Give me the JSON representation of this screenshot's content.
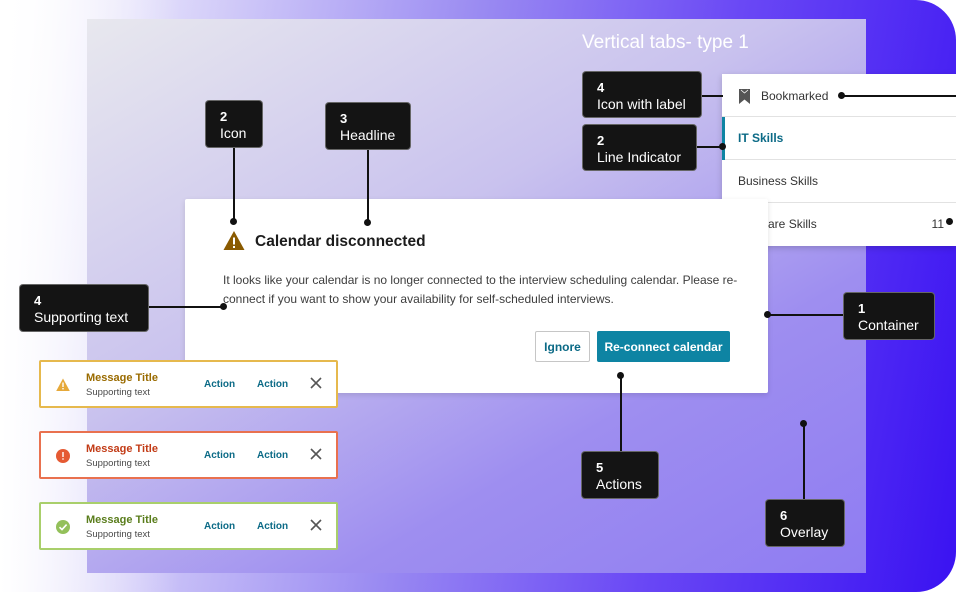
{
  "vertical_tabs": {
    "title": "Vertical tabs- type 1",
    "tabs": [
      {
        "label": "Bookmarked",
        "icon": "bookmark-icon"
      },
      {
        "label": "IT Skills",
        "selected": true
      },
      {
        "label": "Business Skills"
      },
      {
        "label": "Software Skills",
        "count": "11"
      }
    ]
  },
  "dialog": {
    "icon": "warning-icon",
    "headline": "Calendar disconnected",
    "text": "It looks like your calendar is no longer connected to the interview scheduling calendar. Please re-connect if you want to show your availability for self-scheduled interviews.",
    "secondary_action": "Ignore",
    "primary_action": "Re-connect calendar"
  },
  "callouts": {
    "icon": {
      "number": "2",
      "label": "Icon"
    },
    "headline": {
      "number": "3",
      "label": "Headline"
    },
    "supporting_text": {
      "number": "4",
      "label": "Supporting text"
    },
    "container": {
      "number": "1",
      "label": "Container"
    },
    "actions": {
      "number": "5",
      "label": "Actions"
    },
    "overlay": {
      "number": "6",
      "label": "Overlay"
    },
    "icon_with_label": {
      "number": "4",
      "label": "Icon with label"
    },
    "line_indicator": {
      "number": "2",
      "label": "Line Indicator"
    }
  },
  "notifications": [
    {
      "type": "warning",
      "title": "Message Title",
      "text": "Supporting text",
      "action1": "Action",
      "action2": "Action",
      "color": "#9a6b00"
    },
    {
      "type": "error",
      "title": "Message Title",
      "text": "Supporting text",
      "action1": "Action",
      "action2": "Action",
      "color": "#c23b16"
    },
    {
      "type": "success",
      "title": "Message Title",
      "text": "Supporting text",
      "action1": "Action",
      "action2": "Action",
      "color": "#5a7d1c"
    }
  ],
  "colors": {
    "accent": "#0e84a3",
    "warning": "#e6b94d",
    "error": "#e9714f",
    "success": "#a9cf6b"
  }
}
